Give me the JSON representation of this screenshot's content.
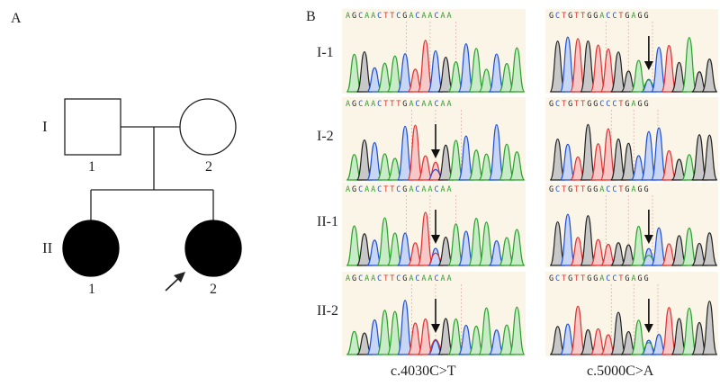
{
  "panel_a": {
    "label": "A",
    "generations": [
      {
        "roman": "I",
        "members": [
          {
            "number": "1",
            "sex": "male",
            "affected": false
          },
          {
            "number": "2",
            "sex": "female",
            "affected": false
          }
        ]
      },
      {
        "roman": "II",
        "members": [
          {
            "number": "1",
            "sex": "female",
            "affected": true
          },
          {
            "number": "2",
            "sex": "female",
            "affected": true,
            "proband": true
          }
        ]
      }
    ]
  },
  "panel_b": {
    "label": "B",
    "row_labels": [
      "I-1",
      "I-2",
      "II-1",
      "II-2"
    ],
    "variants": [
      "c.4030C>T",
      "c.5000C>A"
    ],
    "sequences": {
      "left": [
        "AGCAACTTCGACAACAA",
        "AGCAACTTTGACAACAA",
        "AGCAACTTCGACAACAA",
        "AGCAACTTCGACAACAA"
      ],
      "right": [
        "GCTGTTGGACCTGAGG",
        "GCTGTTGGCCCTGAGG",
        "GCTGTTGGACCTGAGG",
        "GCTGTTGGACCTGAGG"
      ]
    },
    "base_colors": {
      "A": "#2ca02c",
      "C": "#1f4fd6",
      "G": "#222222",
      "T": "#e03030"
    }
  }
}
